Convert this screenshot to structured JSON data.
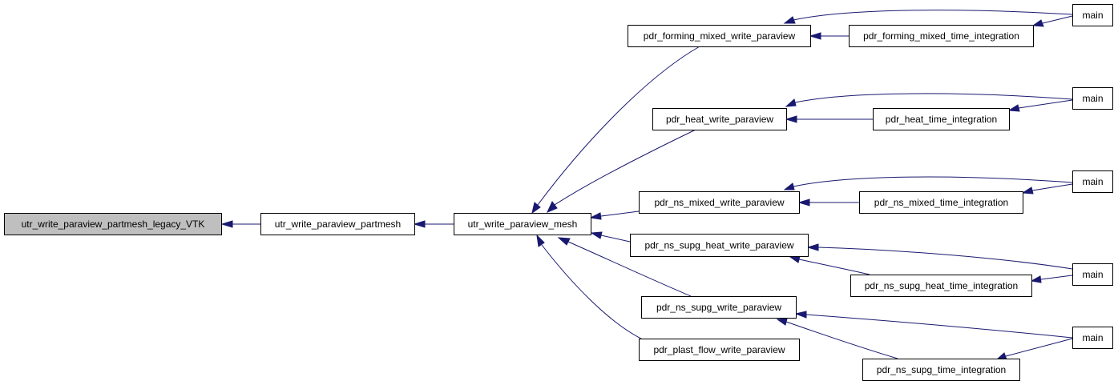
{
  "colors": {
    "edge": "#191970",
    "node_border": "#000000",
    "node_fill": "#ffffff",
    "root_fill": "#bfbfbf"
  },
  "nodes": [
    {
      "id": "root",
      "label": "utr_write_paraview_partmesh_legacy_VTK",
      "highlighted": true
    },
    {
      "id": "partmesh",
      "label": "utr_write_paraview_partmesh"
    },
    {
      "id": "mesh",
      "label": "utr_write_paraview_mesh"
    },
    {
      "id": "forming_wp",
      "label": "pdr_forming_mixed_write_paraview"
    },
    {
      "id": "heat_wp",
      "label": "pdr_heat_write_paraview"
    },
    {
      "id": "nsmixed_wp",
      "label": "pdr_ns_mixed_write_paraview"
    },
    {
      "id": "supgheat_wp",
      "label": "pdr_ns_supg_heat_write_paraview"
    },
    {
      "id": "supg_wp",
      "label": "pdr_ns_supg_write_paraview"
    },
    {
      "id": "plast_wp",
      "label": "pdr_plast_flow_write_paraview"
    },
    {
      "id": "forming_ti",
      "label": "pdr_forming_mixed_time_integration"
    },
    {
      "id": "heat_ti",
      "label": "pdr_heat_time_integration"
    },
    {
      "id": "nsmixed_ti",
      "label": "pdr_ns_mixed_time_integration"
    },
    {
      "id": "supgheat_ti",
      "label": "pdr_ns_supg_heat_time_integration"
    },
    {
      "id": "supg_ti",
      "label": "pdr_ns_supg_time_integration"
    },
    {
      "id": "main1",
      "label": "main"
    },
    {
      "id": "main2",
      "label": "main"
    },
    {
      "id": "main3",
      "label": "main"
    },
    {
      "id": "main4",
      "label": "main"
    },
    {
      "id": "main5",
      "label": "main"
    }
  ],
  "edges": [
    {
      "from": "partmesh",
      "to": "root"
    },
    {
      "from": "mesh",
      "to": "partmesh"
    },
    {
      "from": "forming_wp",
      "to": "mesh"
    },
    {
      "from": "heat_wp",
      "to": "mesh"
    },
    {
      "from": "nsmixed_wp",
      "to": "mesh"
    },
    {
      "from": "supgheat_wp",
      "to": "mesh"
    },
    {
      "from": "supg_wp",
      "to": "mesh"
    },
    {
      "from": "plast_wp",
      "to": "mesh"
    },
    {
      "from": "forming_ti",
      "to": "forming_wp"
    },
    {
      "from": "main1",
      "to": "forming_wp"
    },
    {
      "from": "main1",
      "to": "forming_ti"
    },
    {
      "from": "heat_ti",
      "to": "heat_wp"
    },
    {
      "from": "main2",
      "to": "heat_wp"
    },
    {
      "from": "main2",
      "to": "heat_ti"
    },
    {
      "from": "nsmixed_ti",
      "to": "nsmixed_wp"
    },
    {
      "from": "main3",
      "to": "nsmixed_wp"
    },
    {
      "from": "main3",
      "to": "nsmixed_ti"
    },
    {
      "from": "supgheat_ti",
      "to": "supgheat_wp"
    },
    {
      "from": "main4",
      "to": "supgheat_wp"
    },
    {
      "from": "main4",
      "to": "supgheat_ti"
    },
    {
      "from": "supg_ti",
      "to": "supg_wp"
    },
    {
      "from": "main5",
      "to": "supg_wp"
    },
    {
      "from": "main5",
      "to": "supg_ti"
    }
  ]
}
